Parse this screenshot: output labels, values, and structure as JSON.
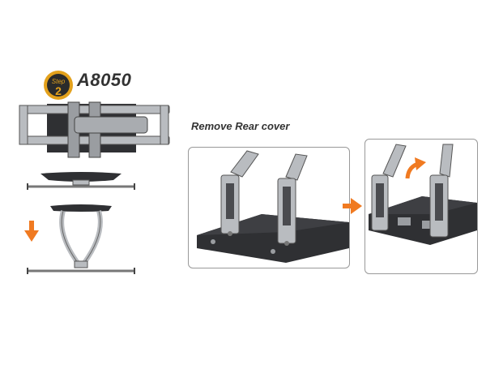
{
  "step": {
    "label": "Step",
    "number": "2"
  },
  "model": "A8050",
  "instruction": "Remove Rear cover",
  "colors": {
    "accent_orange": "#F07A21",
    "badge_gold": "#E3A11C",
    "badge_dark": "#2B2B2B",
    "metal": "#B9BCC0",
    "dark_plate": "#2F3033"
  },
  "icons": [
    "arrow-down-icon",
    "arrow-right-icon",
    "arrow-up-curved-icon"
  ]
}
